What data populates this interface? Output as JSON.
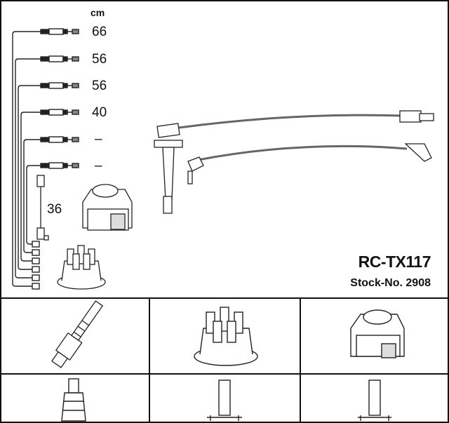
{
  "product": {
    "title": "RC-TX117",
    "stock_label": "Stock-No. 2908"
  },
  "cable_lengths": {
    "unit": "cm",
    "values": [
      "66",
      "56",
      "56",
      "40",
      "–",
      "–"
    ],
    "coil_lead": "36"
  },
  "components": [
    "spark-plug",
    "distributor-cap",
    "ignition-coil"
  ],
  "colors": {
    "line": "#111111",
    "cable": "#777777",
    "background": "#ffffff"
  }
}
